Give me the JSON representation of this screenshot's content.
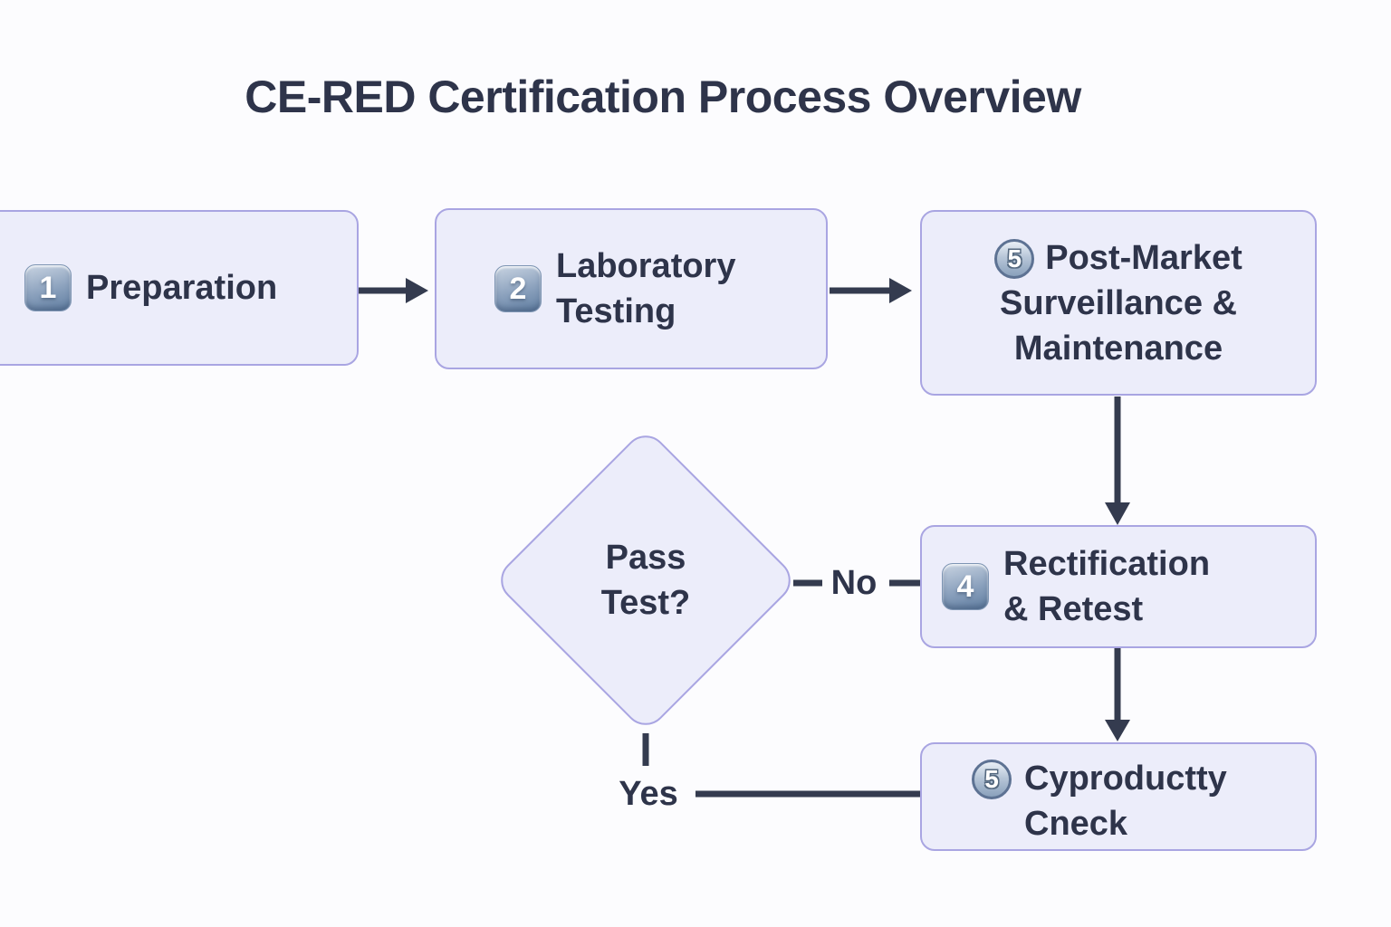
{
  "title": "CE-RED Certification Process Overview",
  "nodes": {
    "preparation": {
      "badge": "1",
      "label": "Preparation"
    },
    "laboratory": {
      "badge": "2",
      "label": "Laboratory\nTesting"
    },
    "post_market": {
      "badge": "5",
      "lines": [
        "Post-Market",
        "Surveillance &",
        "Maintenance"
      ]
    },
    "pass_test": {
      "label": "Pass\nTest?"
    },
    "rectification": {
      "badge": "4",
      "label": "Rectification\n& Retest"
    },
    "product_check": {
      "badge": "5",
      "label": "Cyproductty\nCneck"
    }
  },
  "connectors": {
    "yes_label": "Yes",
    "no_label": "No"
  },
  "colors": {
    "background": "#fcfcfe",
    "node_fill": "#ecedfa",
    "node_border": "#a9a5e2",
    "text": "#2e344a",
    "arrow": "#343b4f",
    "badge_square_gradient": [
      "#c9d4e2",
      "#607ea1"
    ],
    "badge_circle_ring": "#5d7293"
  }
}
